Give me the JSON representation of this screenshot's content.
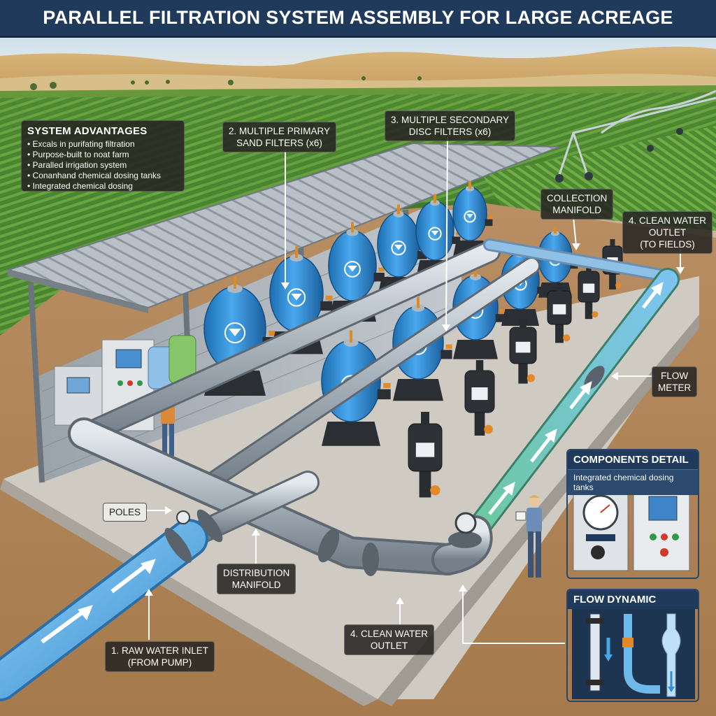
{
  "title": "PARALLEL FILTRATION SYSTEM ASSEMBLY FOR LARGE ACREAGE",
  "advantages": {
    "heading": "SYSTEM ADVANTAGES",
    "items": [
      "Excals in purifating filtration",
      "Purpose-built to noat farm",
      "Paralled irrigation system",
      "Conanhand chemical dosing tanks",
      "Integrated chemical dosing"
    ]
  },
  "labels": {
    "primary_line1": "2. MULTIPLE PRIMARY",
    "primary_line2": "SAND FILTERS (x6)",
    "secondary_line1": "3. MULTIPLE SECONDARY",
    "secondary_line2": "DISC FILTERS (x6)",
    "collection_line1": "COLLECTION",
    "collection_line2": "MANIFOLD",
    "outlet_top_line1": "4. CLEAN WATER",
    "outlet_top_line2": "OUTLET",
    "outlet_top_line3": "(TO FIELDS)",
    "flow_meter_line1": "FLOW",
    "flow_meter_line2": "METER",
    "poles": "POLES",
    "distribution_line1": "DISTRIBUTION",
    "distribution_line2": "MANIFOLD",
    "clean_outlet_line1": "4. CLEAN WATER",
    "clean_outlet_line2": "OUTLET",
    "raw_inlet_line1": "1. RAW WATER INLET",
    "raw_inlet_line2": "(FROM PUMP)"
  },
  "components_panel": {
    "heading": "COMPONENTS DETAIL",
    "subheading": "Integrated chemical dosing tanks"
  },
  "flow_panel": {
    "heading": "FLOW DYNAMIC"
  },
  "colors": {
    "title_bar": "#1f3a5a",
    "tank_blue": "#2f8fd8",
    "steel": "#b9c2cb",
    "inlet_pipe": "#5ab0e8",
    "clean_pipe": "#7fd0b0",
    "soil": "#b58a5e",
    "crop": "#4d8a36"
  },
  "icons": [
    "arrow-icon",
    "pressure-gauge-icon",
    "control-panel-icon",
    "tank-logo-icon",
    "valve-icon"
  ]
}
